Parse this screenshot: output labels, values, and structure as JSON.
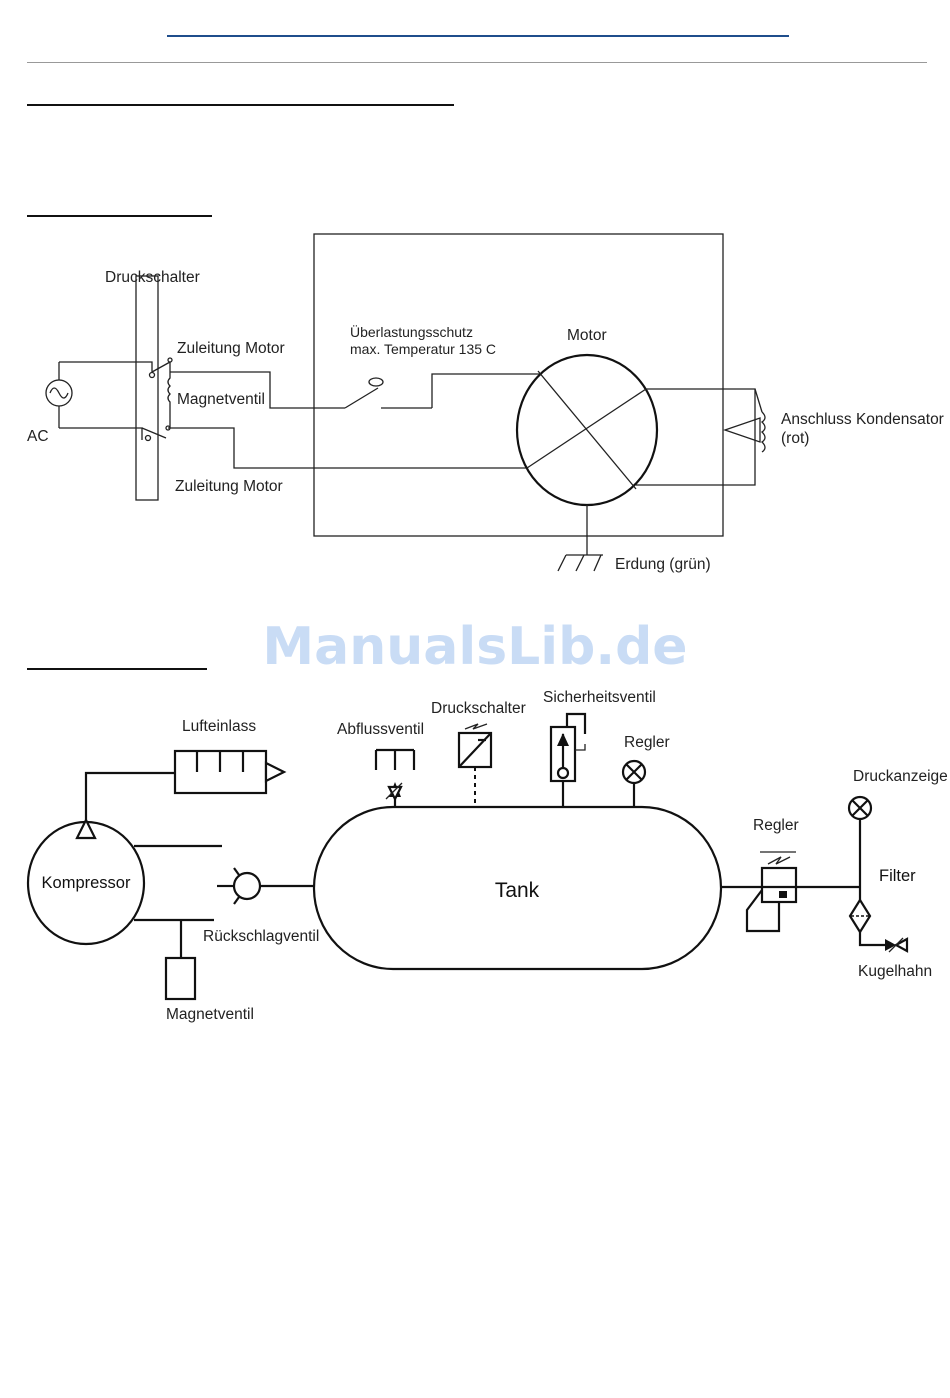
{
  "watermark": "ManualsLib.de",
  "wiring": {
    "pressure_switch": "Druckschalter",
    "supply_motor_top": "Zuleitung Motor",
    "solenoid_valve": "Magnetventil",
    "ac": "AC",
    "supply_motor_bottom": "Zuleitung Motor",
    "overload_line1": "Überlastungsschutz",
    "overload_line2": "max. Temperatur 135 C",
    "motor": "Motor",
    "capacitor_line1": "Anschluss Kondensator",
    "capacitor_line2": "(rot)",
    "ground": "Erdung (grün)"
  },
  "pneumatic": {
    "air_inlet": "Lufteinlass",
    "drain_valve": "Abflussventil",
    "pressure_switch": "Druckschalter",
    "safety_valve": "Sicherheitsventil",
    "regulator_top": "Regler",
    "pressure_gauge": "Druckanzeige",
    "regulator": "Regler",
    "filter": "Filter",
    "compressor": "Kompressor",
    "tank": "Tank",
    "check_valve": "Rückschlagventil",
    "ball_valve": "Kugelhahn",
    "solenoid_valve": "Magnetventil"
  },
  "colors": {
    "header_rule": "#1f4e8c",
    "watermark": "#c9dcf5"
  }
}
